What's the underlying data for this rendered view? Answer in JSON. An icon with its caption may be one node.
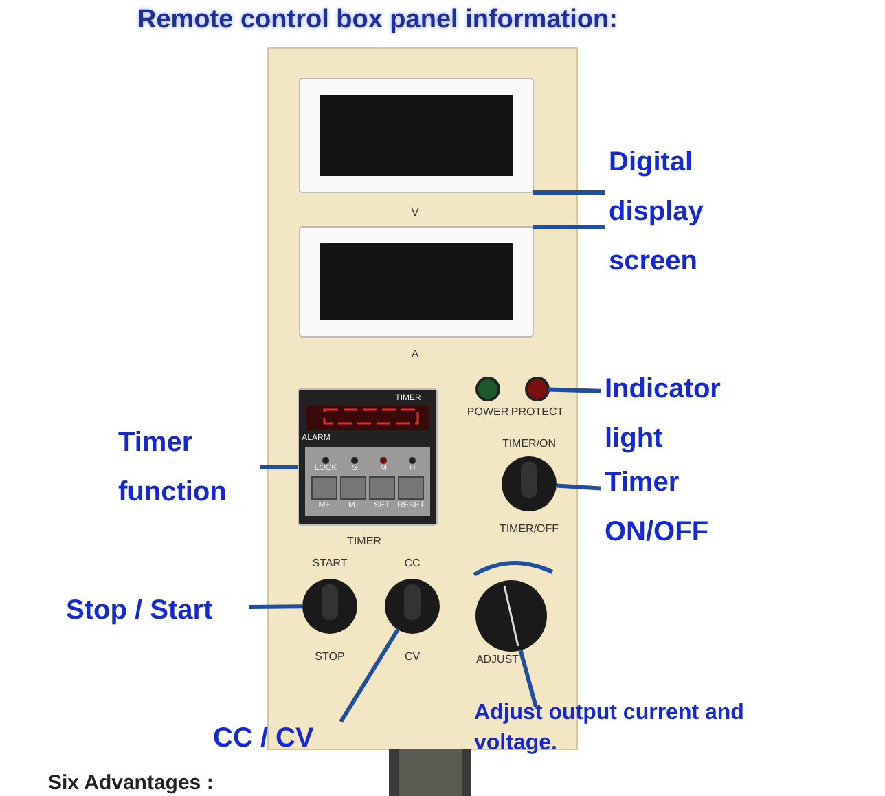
{
  "diagram": {
    "title": "Remote control box panel information:",
    "nodes": [
      {
        "text": [
          "Digital display screen"
        ]
      },
      {
        "text": [],
        "shape": "box",
        "beside": [
          "V"
        ]
      },
      {
        "text": [],
        "shape": "box",
        "beside": [
          "A"
        ]
      },
      {
        "text": [
          "Indicator light"
        ]
      },
      {
        "text": [],
        "shape": "circle",
        "beside": [
          "POWER"
        ]
      },
      {
        "text": [],
        "shape": "circle",
        "beside": [
          "PROTECT"
        ]
      },
      {
        "text": [
          "Timer function"
        ]
      },
      {
        "text": [],
        "shape": "box",
        "beside": [
          "TIMER"
        ]
      },
      {
        "text": [
          "Timer ON/OFF"
        ]
      },
      {
        "text": [],
        "shape": "circle",
        "beside": [
          "TIMER/ON",
          "TIMER/OFF"
        ]
      },
      {
        "text": [
          "Stop / Start"
        ]
      },
      {
        "text": [],
        "shape": "circle",
        "beside": [
          "START",
          "STOP"
        ]
      },
      {
        "text": [
          "CC / CV"
        ]
      },
      {
        "text": [],
        "shape": "circle",
        "beside": [
          "CC",
          "CV"
        ]
      },
      {
        "text": [
          "Adjust output current and voltage."
        ]
      },
      {
        "text": [],
        "shape": "circle",
        "beside": [
          "ADJUST"
        ]
      }
    ],
    "edges": [
      {
        "from": 0,
        "to": 1,
        "arrow": "none"
      },
      {
        "from": 0,
        "to": 2,
        "arrow": "none"
      },
      {
        "from": 3,
        "to": 5,
        "arrow": "none"
      },
      {
        "from": 6,
        "to": 7,
        "arrow": "none"
      },
      {
        "from": 8,
        "to": 9,
        "arrow": "none"
      },
      {
        "from": 10,
        "to": 11,
        "arrow": "none"
      },
      {
        "from": 12,
        "to": 13,
        "arrow": "none"
      },
      {
        "from": 14,
        "to": 15,
        "arrow": "none"
      }
    ],
    "labels": [
      "TIMER",
      "ALARM",
      "LOCK",
      "S",
      "M",
      "H",
      "M+",
      "M-",
      "SET",
      "RESET",
      "Six Advantages :"
    ]
  }
}
